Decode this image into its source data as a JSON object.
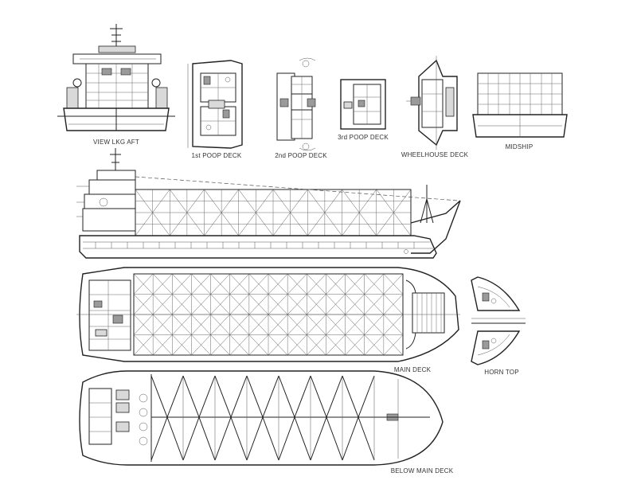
{
  "labels": {
    "view_lkg_aft": "VIEW LKG AFT",
    "poop_deck_1": "1st POOP DECK",
    "poop_deck_2": "2nd POOP DECK",
    "poop_deck_3": "3rd POOP DECK",
    "wheelhouse_deck": "WHEELHOUSE DECK",
    "midship": "MIDSHIP",
    "main_deck": "MAIN DECK",
    "horn_top": "HORN TOP",
    "below_main_deck": "BELOW MAIN DECK"
  }
}
